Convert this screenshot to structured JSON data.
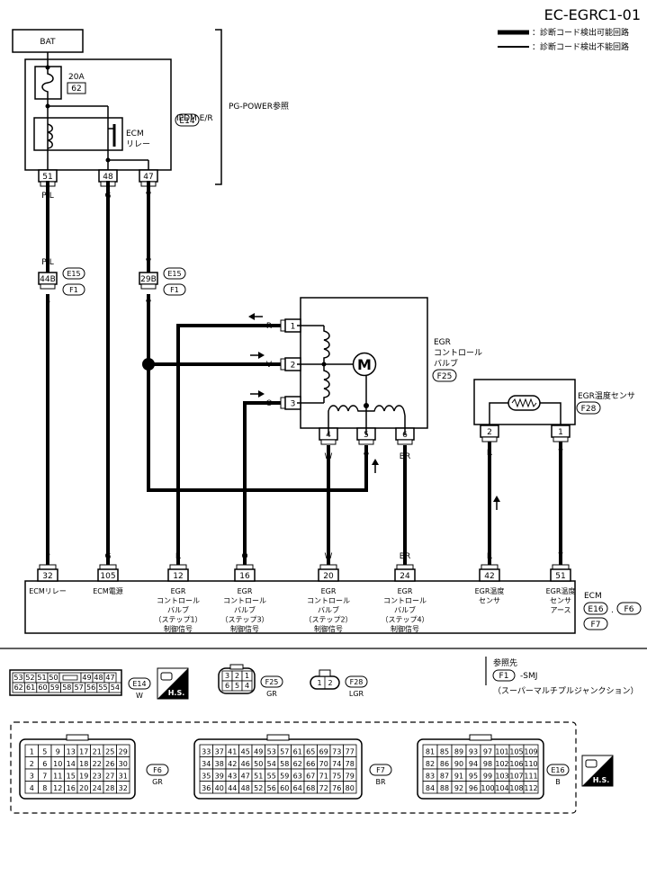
{
  "title": "EC-EGRC1-01",
  "legend": {
    "thick": "：診断コード検出可能回路",
    "thin": "：診断コード検出不能回路"
  },
  "bat": "BAT",
  "fuse": {
    "amp": "20A",
    "no": "62"
  },
  "ecm_relay_lbl": [
    "ECM",
    "リレー"
  ],
  "ipdm": {
    "name": "IPDM E/R",
    "conn": "E14"
  },
  "pg_ref": "PG-POWER参照",
  "ipdm_pins": [
    "51",
    "48",
    "47"
  ],
  "wire": {
    "PL": "P/L",
    "G": "G",
    "V": "V",
    "P": "P",
    "R": "R",
    "O": "O",
    "W": "W",
    "BR": "BR",
    "Y": "Y"
  },
  "jc": {
    "a": "44B",
    "b": "29B",
    "e15": "E15",
    "f1": "F1"
  },
  "valve_pins_l": [
    "1",
    "2",
    "3"
  ],
  "valve_pins_b": [
    "4",
    "5",
    "6"
  ],
  "motor": "M",
  "valve_lbl": [
    "EGR",
    "コントロール",
    "バルブ"
  ],
  "valve_conn": "F25",
  "sensor_lbl": "EGR温度センサ",
  "sensor_conn": "F28",
  "sensor_pins": [
    "2",
    "1"
  ],
  "ecm_pins": [
    "32",
    "105",
    "12",
    "16",
    "20",
    "24",
    "42",
    "51"
  ],
  "ecm_lbls": [
    [
      "ECMリレー"
    ],
    [
      "ECM電源"
    ],
    [
      "EGR",
      "コントロール",
      "バルブ",
      "（ステップ1）",
      "制御信号"
    ],
    [
      "EGR",
      "コントロール",
      "バルブ",
      "（ステップ3）",
      "制御信号"
    ],
    [
      "EGR",
      "コントロール",
      "バルブ",
      "（ステップ2）",
      "制御信号"
    ],
    [
      "EGR",
      "コントロール",
      "バルブ",
      "（ステップ4）",
      "制御信号"
    ],
    [
      "EGR温度",
      "センサ"
    ],
    [
      "EGR温度",
      "センサ",
      "アース"
    ]
  ],
  "ecm": {
    "name": "ECM",
    "c1": "E16",
    "c2": "F6",
    "c3": "F7",
    "sep": "."
  },
  "ref": {
    "title": "参照先",
    "conn": "F1",
    "suffix": "-SMJ",
    "desc": "（スーパーマルチプルジャンクション）"
  },
  "hs": "H.S.",
  "e14": {
    "row1": [
      "53",
      "52",
      "51",
      "50",
      "",
      "49",
      "48",
      "47"
    ],
    "row2": [
      "62",
      "61",
      "60",
      "59",
      "58",
      "57",
      "56",
      "55",
      "54"
    ],
    "name": "E14",
    "color": "W"
  },
  "f25": {
    "row1": [
      "3",
      "2",
      "1"
    ],
    "row2": [
      "6",
      "5",
      "4"
    ],
    "name": "F25",
    "color": "GR"
  },
  "f28": {
    "pins": [
      "1",
      "2"
    ],
    "name": "F28",
    "color": "LGR"
  },
  "f6": {
    "name": "F6",
    "color": "GR",
    "rows": [
      [
        "1",
        "5",
        "9",
        "13",
        "17",
        "21",
        "25",
        "29"
      ],
      [
        "2",
        "6",
        "10",
        "14",
        "18",
        "22",
        "26",
        "30"
      ],
      [
        "3",
        "7",
        "11",
        "15",
        "19",
        "23",
        "27",
        "31"
      ],
      [
        "4",
        "8",
        "12",
        "16",
        "20",
        "24",
        "28",
        "32"
      ]
    ]
  },
  "f7": {
    "name": "F7",
    "color": "BR",
    "rows": [
      [
        "33",
        "37",
        "41",
        "45",
        "49",
        "53",
        "57",
        "61",
        "65",
        "69",
        "73",
        "77"
      ],
      [
        "34",
        "38",
        "42",
        "46",
        "50",
        "54",
        "58",
        "62",
        "66",
        "70",
        "74",
        "78"
      ],
      [
        "35",
        "39",
        "43",
        "47",
        "51",
        "55",
        "59",
        "63",
        "67",
        "71",
        "75",
        "79"
      ],
      [
        "36",
        "40",
        "44",
        "48",
        "52",
        "56",
        "60",
        "64",
        "68",
        "72",
        "76",
        "80"
      ]
    ]
  },
  "e16": {
    "name": "E16",
    "color": "B",
    "rows": [
      [
        "81",
        "85",
        "89",
        "93",
        "97",
        "101",
        "105",
        "109"
      ],
      [
        "82",
        "86",
        "90",
        "94",
        "98",
        "102",
        "106",
        "110"
      ],
      [
        "83",
        "87",
        "91",
        "95",
        "99",
        "103",
        "107",
        "111"
      ],
      [
        "84",
        "88",
        "92",
        "96",
        "100",
        "104",
        "108",
        "112"
      ]
    ]
  }
}
